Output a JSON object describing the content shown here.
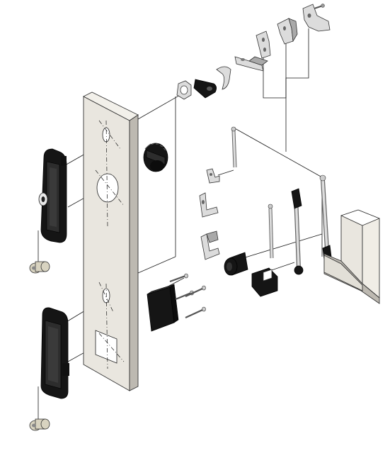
{
  "diagram": {
    "kind": "exploded-assembly",
    "colors": {
      "background": "#ffffff",
      "plate": "#e9e6df",
      "plate_side": "#bdb9b1",
      "metal": "#dcdcdc",
      "plastic_black": "#151515",
      "lines": "#1a1a1a"
    },
    "components": [
      "door-panel",
      "upper-swing-handle",
      "lower-swing-handle",
      "upper-lock-cylinder",
      "lower-lock-cylinder",
      "knurled-knob",
      "square-cover-cap",
      "hex-nut",
      "cam-lever",
      "hook-latch",
      "bracket-clips",
      "top-latch-brackets",
      "rod-guides",
      "espagnolette-rods",
      "roller-block",
      "square-block",
      "screws",
      "frame-profile"
    ]
  }
}
